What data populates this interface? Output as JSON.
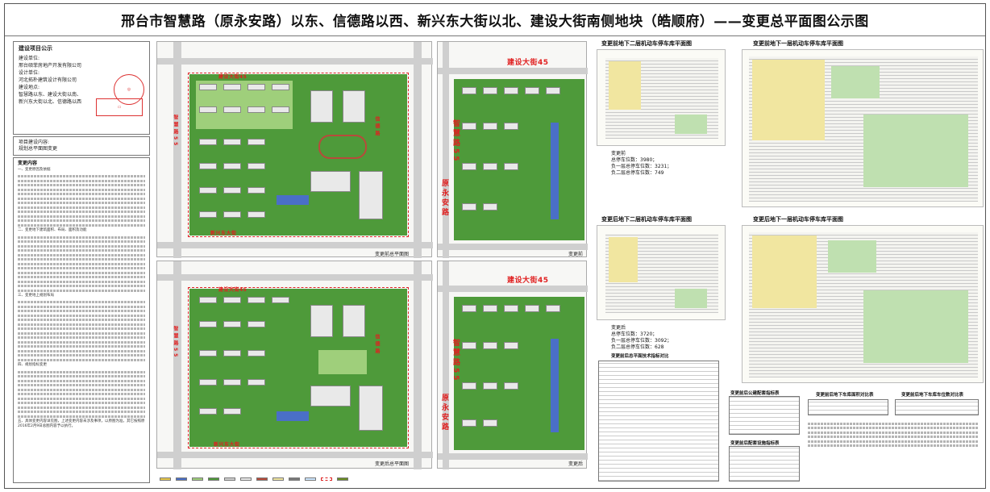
{
  "title": "邢台市智慧路（原永安路）以东、信德路以西、新兴东大街以北、建设大街南侧地块（皓顺府）——变更总平面图公示图",
  "announcement": {
    "heading": "建设项目公示",
    "unit_label": "建设单位:",
    "unit": "邢台硕菲房地产开发有限公司",
    "design_label": "设计单位:",
    "design": "河北拓朴建筑设计有限公司",
    "location_label": "建设地点:",
    "location_1": "智慧路以东、建设大街以南、",
    "location_2": "新兴东大街以北、信德路以西",
    "content_label": "项目建设内容:",
    "content": "规划总平面图变更"
  },
  "changes": {
    "heading": "变更内容",
    "sections": [
      "一、变更原因及依据",
      "二、变更地下建筑面积、布局、面积及功能",
      "三、变更地上规划布局",
      "四、规划指标变更"
    ],
    "closing": "五、具体变更内容详见图，上述变更内容未涉及事项，以原图为准，其它按照原2016年2月9日总图内容予以执行。"
  },
  "plans": {
    "road_jianshe": "建设大街45",
    "road_jianshe_small": "建设大街45",
    "road_zhihui": "智慧路55",
    "road_yongan": "原永安路",
    "road_xinxing": "新兴东大街",
    "road_xinde": "信德路",
    "cap_before_top": "变更前总平面图",
    "cap_after_top": "变更前",
    "cap_before_bottom": "变更后总平面图",
    "cap_after_bottom": "变更后"
  },
  "parking": {
    "title_before_b2": "变更前地下二层机动车停车库平面图",
    "title_before_b1": "变更前地下一层机动车停车库平面图",
    "title_after_b2": "变更后地下二层机动车停车库平面图",
    "title_after_b1": "变更后地下一层机动车停车库平面图",
    "before_label": "变更前",
    "before_total": "总停车位数：3980；",
    "before_b1": "负一层总停车位数：3231；",
    "before_b2": "负二层总停车位数：749",
    "after_label": "变更后",
    "after_total": "总停车位数：3720；",
    "after_b1": "负一层总停车位数：3092；",
    "after_b2": "负二层总停车位数：628",
    "table_main": "变更前后总平面技术指标对比",
    "table_b1": "变更前后地下车库面积对比表",
    "table_b2": "变更前后地下车库车位数对比表",
    "table_left1": "变更前后公建配套指标表",
    "table_left2": "变更前后配套设施指标表"
  },
  "colors": {
    "road_red": "#e02020",
    "green": "#4e9a3a",
    "stamp_red": "#d33"
  }
}
